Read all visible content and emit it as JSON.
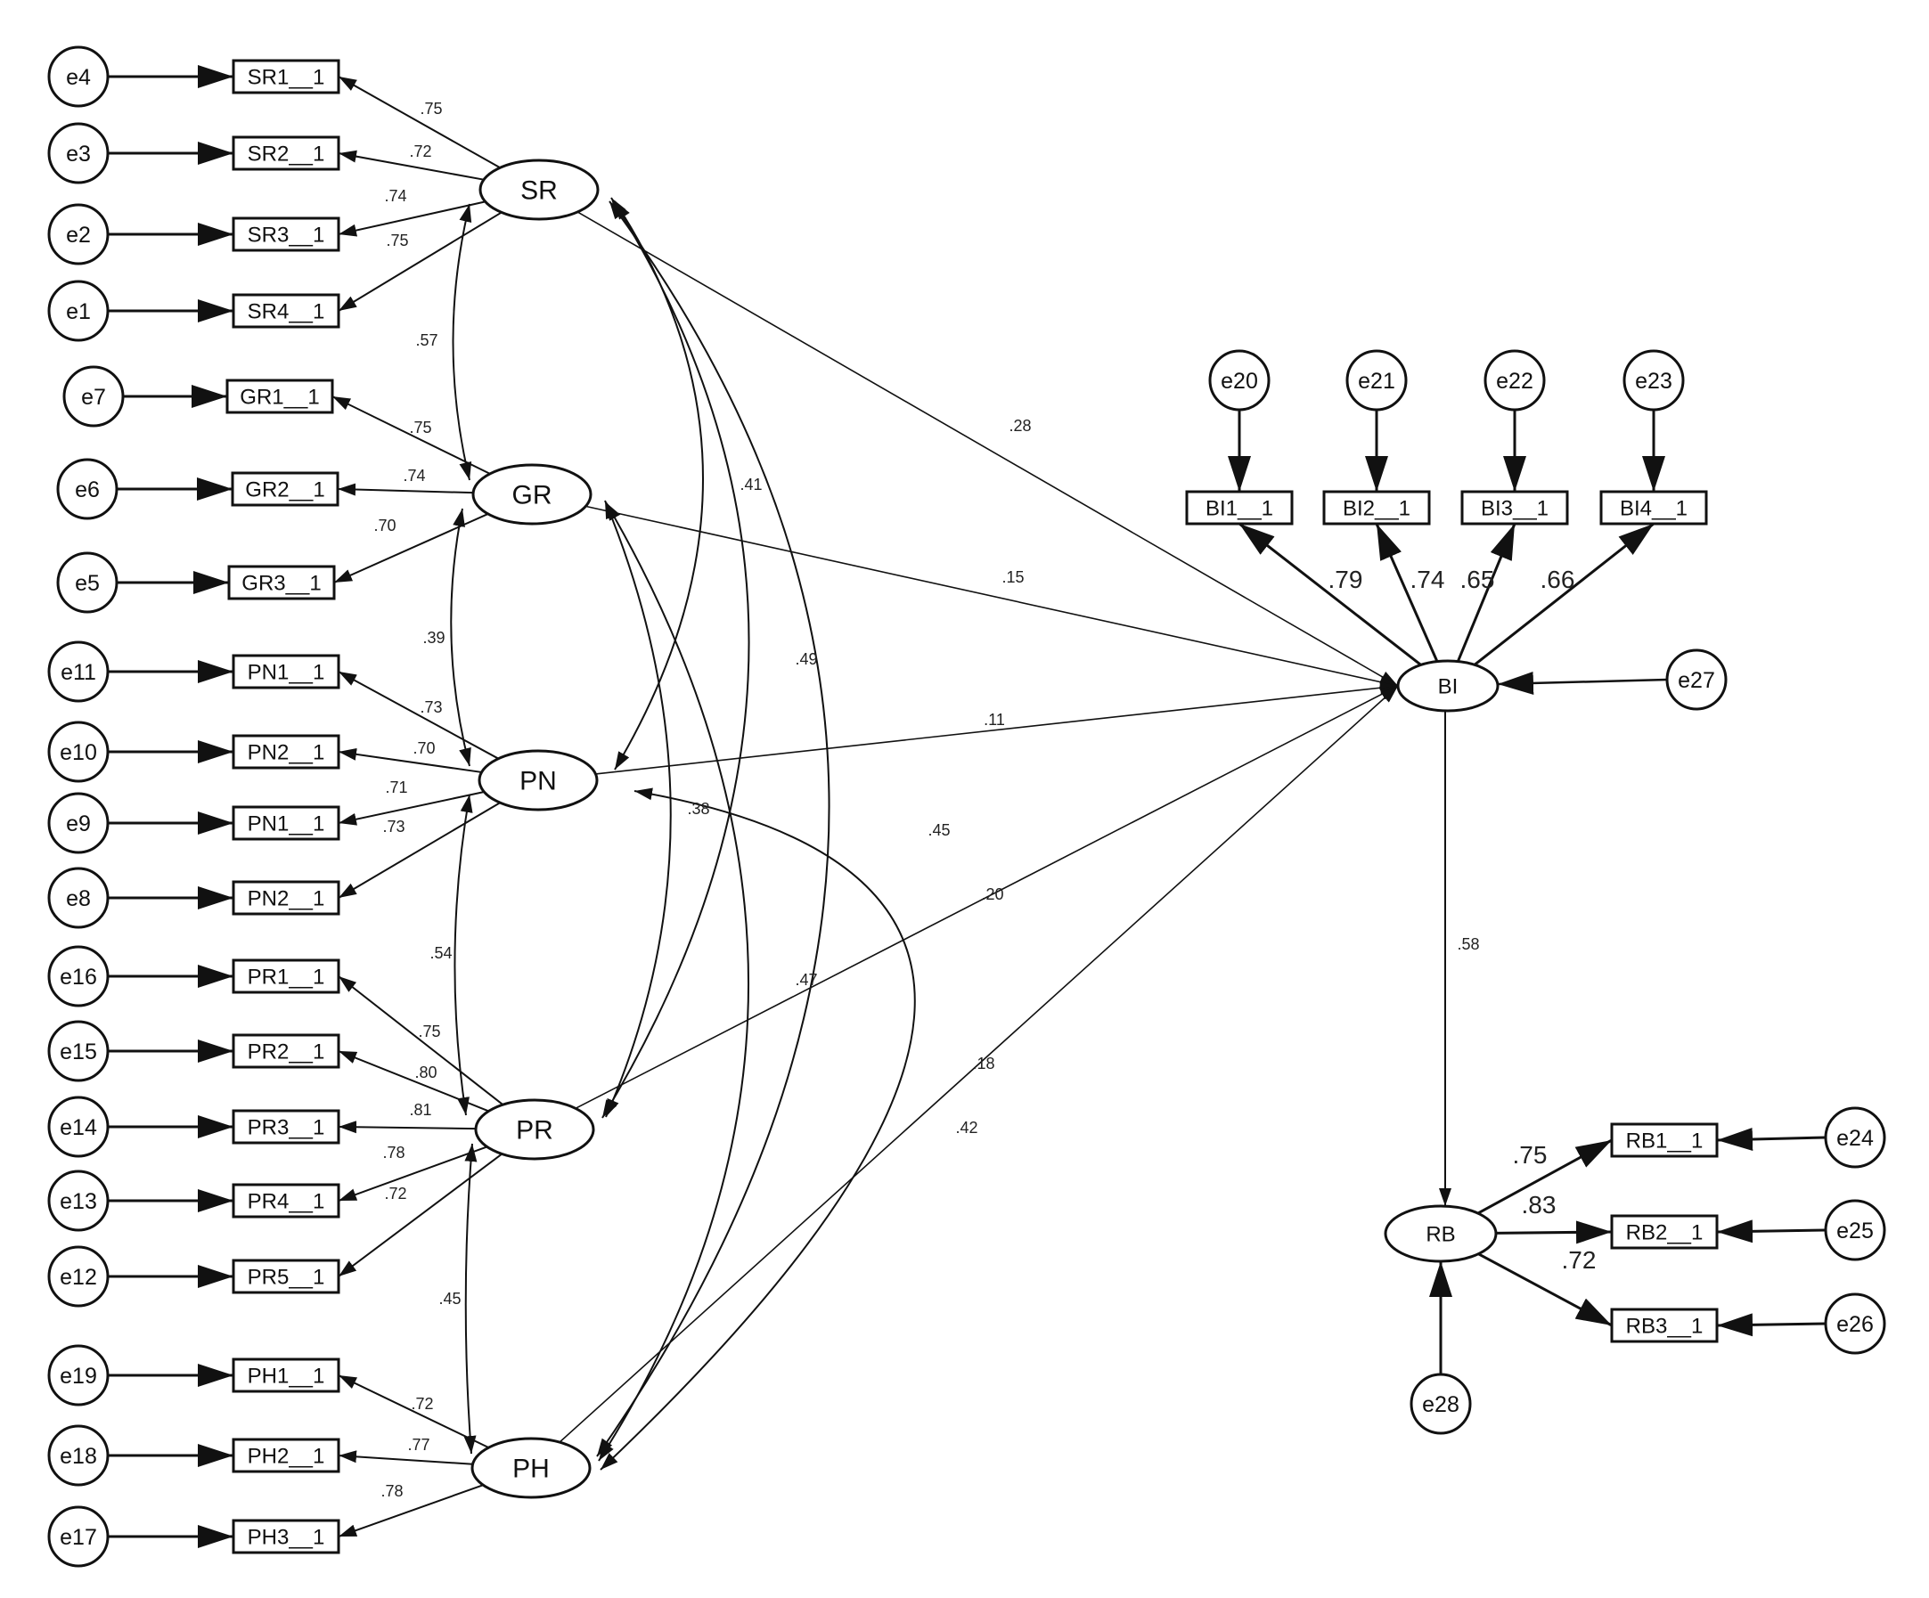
{
  "latent": {
    "SR": "SR",
    "GR": "GR",
    "PN": "PN",
    "PR": "PR",
    "PH": "PH",
    "BI": "BI",
    "RB": "RB"
  },
  "errors": {
    "e1": "e1",
    "e2": "e2",
    "e3": "e3",
    "e4": "e4",
    "e5": "e5",
    "e6": "e6",
    "e7": "e7",
    "e8": "e8",
    "e9": "e9",
    "e10": "e10",
    "e11": "e11",
    "e12": "e12",
    "e13": "e13",
    "e14": "e14",
    "e15": "e15",
    "e16": "e16",
    "e17": "e17",
    "e18": "e18",
    "e19": "e19",
    "e20": "e20",
    "e21": "e21",
    "e22": "e22",
    "e23": "e23",
    "e24": "e24",
    "e25": "e25",
    "e26": "e26",
    "e27": "e27",
    "e28": "e28"
  },
  "indicators": {
    "SR1": "SR1__1",
    "SR2": "SR2__1",
    "SR3": "SR3__1",
    "SR4": "SR4__1",
    "GR1": "GR1__1",
    "GR2": "GR2__1",
    "GR3": "GR3__1",
    "PN1": "PN1__1",
    "PN2": "PN2__1",
    "PN3": "PN1__1",
    "PN4": "PN2__1",
    "PR1": "PR1__1",
    "PR2": "PR2__1",
    "PR3": "PR3__1",
    "PR4": "PR4__1",
    "PR5": "PR5__1",
    "PH1": "PH1__1",
    "PH2": "PH2__1",
    "PH3": "PH3__1",
    "BI1": "BI1__1",
    "BI2": "BI2__1",
    "BI3": "BI3__1",
    "BI4": "BI4__1",
    "RB1": "RB1__1",
    "RB2": "RB2__1",
    "RB3": "RB3__1"
  },
  "loadings": {
    "SR1": ".75",
    "SR2": ".72",
    "SR3": ".74",
    "SR4": ".75",
    "GR1": ".75",
    "GR2": ".74",
    "GR3": ".70",
    "PN1": ".73",
    "PN2": ".70",
    "PN3": ".71",
    "PN4": ".73",
    "PR1": ".75",
    "PR2": ".80",
    "PR3": ".81",
    "PR4": ".78",
    "PR5": ".72",
    "PH1": ".72",
    "PH2": ".77",
    "PH3": ".78",
    "BI1": ".79",
    "BI2": ".74",
    "BI3": ".65",
    "BI4": ".66",
    "RB1": ".75",
    "RB2": ".83",
    "RB3": ".72"
  },
  "correlations": {
    "SR_GR": ".57",
    "GR_PN": ".39",
    "PN_PR": ".54",
    "PR_PH": ".45",
    "SR_PN": ".41",
    "SR_PR": ".49",
    "SR_PH": ".45",
    "GR_PR": ".38",
    "GR_PH": ".47",
    "PN_PH": ".42"
  },
  "paths": {
    "SR_BI": ".28",
    "GR_BI": ".15",
    "PN_BI": ".11",
    "PR_BI": ".20",
    "PH_BI": ".18",
    "BI_RB": ".58"
  }
}
